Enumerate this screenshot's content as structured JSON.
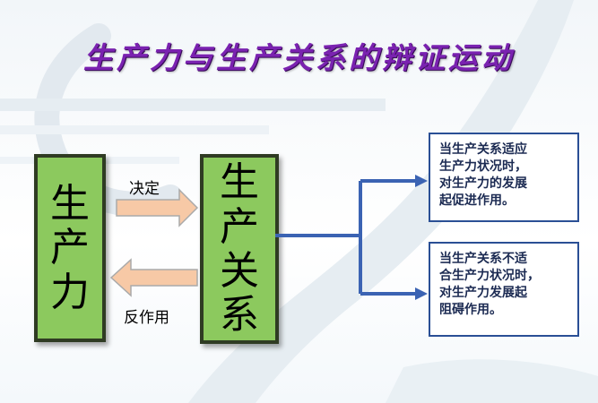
{
  "title": "生产力与生产关系的辩证运动",
  "left_box": {
    "chars": [
      "生",
      "产",
      "力"
    ]
  },
  "right_box": {
    "chars": [
      "生",
      "产",
      "关",
      "系"
    ]
  },
  "arrow_top_label": "决定",
  "arrow_bottom_label": "反作用",
  "effects": [
    {
      "lines": [
        "当生产关系适应",
        "生产力状况时，",
        "对生产力的发展",
        "起促进作用。"
      ]
    },
    {
      "lines": [
        "当生产关系不适",
        "合生产力状况时，",
        "对生产力发展起",
        "阻碍作用。"
      ]
    }
  ],
  "colors": {
    "title": "#7a22b0",
    "box_fill": "#8cc95e",
    "box_border": "#2f3b23",
    "arrow_fill": "#f7c9a6",
    "arrow_stroke": "#aaaaaa",
    "connector": "#3b63b3"
  }
}
